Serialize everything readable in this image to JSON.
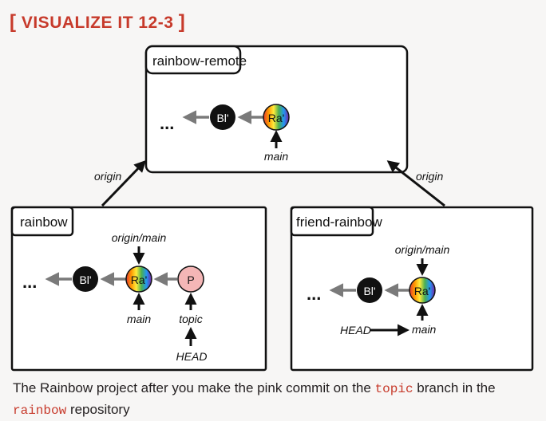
{
  "header": {
    "open_bracket": "[",
    "title": "VISUALIZE IT 12-3",
    "close_bracket": "]"
  },
  "diagram": {
    "remote": {
      "label": "rainbow-remote",
      "commits": {
        "bl": "Bl'",
        "ra": "Ra'"
      },
      "ellipsis": "...",
      "branch": "main"
    },
    "rainbow": {
      "label": "rainbow",
      "commits": {
        "bl": "Bl'",
        "ra": "Ra'",
        "p": "P"
      },
      "ellipsis": "...",
      "labels": {
        "origin_main": "origin/main",
        "main": "main",
        "topic": "topic",
        "head": "HEAD"
      }
    },
    "friend": {
      "label": "friend-rainbow",
      "commits": {
        "bl": "Bl'",
        "ra": "Ra'"
      },
      "ellipsis": "...",
      "labels": {
        "origin_main": "origin/main",
        "main": "main",
        "head": "HEAD"
      }
    },
    "origin_left": "origin",
    "origin_right": "origin"
  },
  "caption": {
    "part1": "The Rainbow project after you make the pink commit on the ",
    "code1": "topic",
    "part2": " branch in the ",
    "code2": "rainbow",
    "part3": " repository"
  },
  "colors": {
    "accent": "#c73a2b",
    "pink": "#f4b6b6",
    "arrow_gray": "#7a7a7a"
  }
}
